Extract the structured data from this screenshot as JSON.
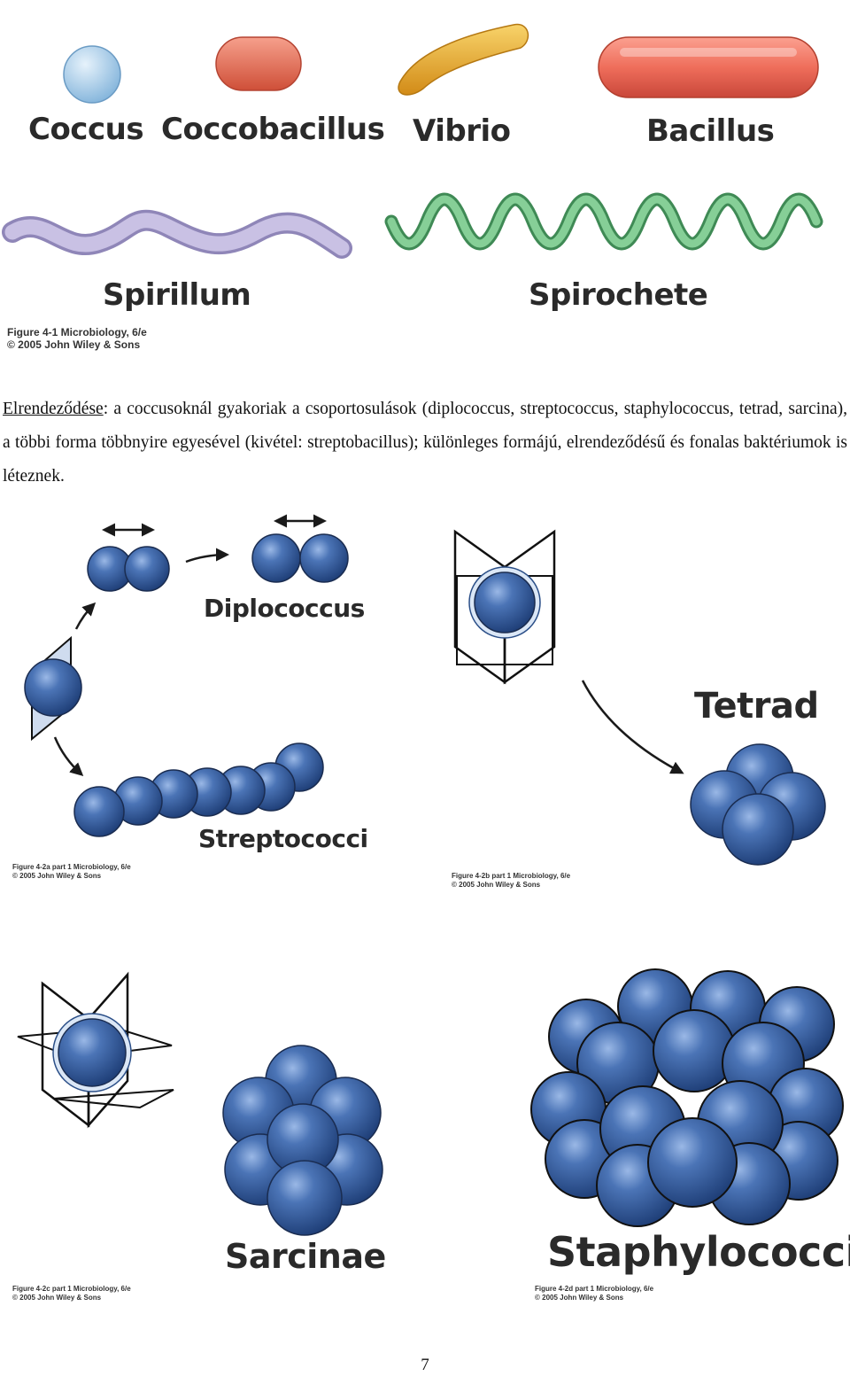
{
  "shapes_figure": {
    "labels": {
      "coccus": "Coccus",
      "coccobacillus": "Coccobacillus",
      "vibrio": "Vibrio",
      "bacillus": "Bacillus",
      "spirillum": "Spirillum",
      "spirochete": "Spirochete"
    },
    "credit_line1": "Figure 4-1  Microbiology, 6/e",
    "credit_line2": "© 2005 John Wiley & Sons",
    "colors": {
      "coccus": "#a9cfe8",
      "coccobacillus": "#e8735a",
      "vibrio": "#f0b132",
      "bacillus": "#ef6e5b",
      "spirillum": "#b9b0d6",
      "spirochete": "#6fbf82"
    }
  },
  "paragraph": {
    "term": "Elrendeződése",
    "text": ": a coccusoknál gyakoriak a csoportosulások (diplococcus, streptococcus, staphylococcus, tetrad, sarcina), a többi forma többnyire egyesével (kivétel: streptobacillus); különleges formájú, elrendeződésű és fonalas baktériumok is léteznek."
  },
  "arrangements_figure": {
    "labels": {
      "diplococcus": "Diplococcus",
      "streptococci": "Streptococci",
      "tetrad": "Tetrad",
      "sarcinae": "Sarcinae",
      "staphylococci": "Staphylococci"
    },
    "credits": {
      "fig_2a_line1": "Figure 4-2a part 1  Microbiology, 6/e",
      "fig_2a_line2": "© 2005 John Wiley & Sons",
      "fig_2b_line1": "Figure 4-2b part 1  Microbiology, 6/e",
      "fig_2b_line2": "© 2005 John Wiley & Sons",
      "fig_2c_line1": "Figure 4-2c part 1  Microbiology, 6/e",
      "fig_2c_line2": "© 2005 John Wiley & Sons",
      "fig_2d_line1": "Figure 4-2d part 1  Microbiology, 6/e",
      "fig_2d_line2": "© 2005 John Wiley & Sons"
    },
    "sphere_color": "#2f5b9b"
  },
  "page_number": "7"
}
